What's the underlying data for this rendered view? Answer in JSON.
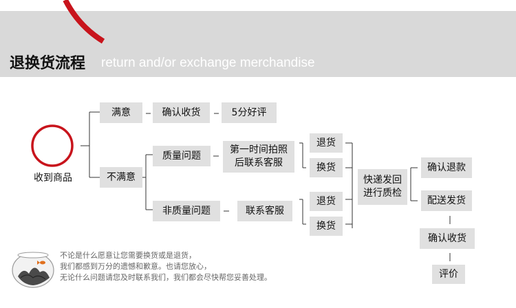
{
  "header": {
    "title_zh": "退换货流程",
    "title_en": "return and/or exchange merchandise"
  },
  "flow": {
    "start": "收到商品",
    "satisfied": "满意",
    "confirm_receipt_1": "确认收货",
    "five_star": "5分好评",
    "unsatisfied": "不满意",
    "quality_issue": "质量问题",
    "contact_first": "第一时间拍照\n后联系客服",
    "return_1": "退货",
    "exchange_1": "换货",
    "non_quality_issue": "非质量问题",
    "contact_service": "联系客服",
    "return_2": "退货",
    "exchange_2": "换货",
    "ship_back": "快递发回\n进行质检",
    "confirm_refund": "确认退款",
    "deliver": "配送发货",
    "confirm_receipt_2": "确认收货",
    "review": "评价"
  },
  "footer": {
    "lines": [
      "不论是什么愿意让您需要换货或是退货，",
      "我们都感到万分的遗憾和歉意。也请您放心，",
      "无论什么问题请您及时联系我们，我们都会尽快帮您妥善处理。"
    ]
  },
  "colors": {
    "accent": "#c8141c",
    "banner": "#d9d9d9",
    "box": "#e0e0e0"
  }
}
